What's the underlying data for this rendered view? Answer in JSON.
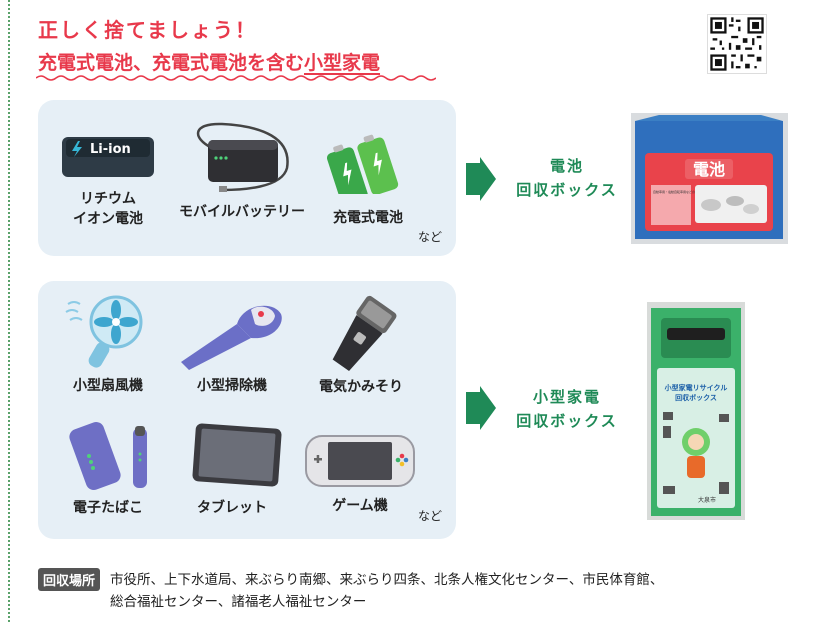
{
  "header": {
    "title": "正しく捨てましょう！",
    "subtitle_part1": "充電式電池、充電式電池を含む",
    "subtitle_part2": "小型家電"
  },
  "battery_section": {
    "items": [
      {
        "label_line1": "リチウム",
        "label_line2": "イオン電池",
        "icon_text": "Li-ion"
      },
      {
        "label_line1": "モバイルバッテリー"
      },
      {
        "label_line1": "充電式電池"
      }
    ],
    "etc": "など",
    "destination_line1": "電池",
    "destination_line2": "回収ボックス",
    "box_sign": "電池",
    "box_note": "自動車用・電動自転車用などのバッテリーは対象外です"
  },
  "appliance_section": {
    "items": [
      {
        "label": "小型扇風機"
      },
      {
        "label": "小型掃除機"
      },
      {
        "label": "電気かみそり"
      },
      {
        "label": "電子たばこ"
      },
      {
        "label": "タブレット"
      },
      {
        "label": "ゲーム機"
      }
    ],
    "etc": "など",
    "destination_line1": "小型家電",
    "destination_line2": "回収ボックス",
    "box_sign_line1": "小型家電リサイクル",
    "box_sign_line2": "回収ボックス",
    "box_city": "大泉市"
  },
  "footer": {
    "tag": "回収場所",
    "line1": "市役所、上下水道局、来ぶらり南郷、来ぶらり四条、北条人権文化センター、市民体育館、",
    "line2": "総合福祉センター、諸福老人福祉センター"
  },
  "colors": {
    "title_red": "#e8394b",
    "panel_bg": "#e6eff6",
    "arrow_green": "#1f8a57",
    "box_blue": "#3b7fc4",
    "box_green": "#3bb16a"
  }
}
